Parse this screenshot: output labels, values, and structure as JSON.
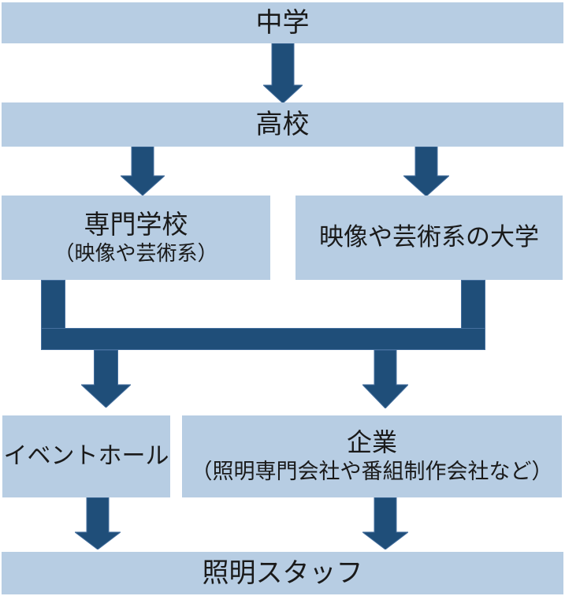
{
  "colors": {
    "background": "#ffffff",
    "band_fill": "#b7cde3",
    "arrow_fill": "#1f4e79",
    "arrow_outline": "#456f9e",
    "text": "#1a1a1a"
  },
  "flowchart": {
    "nodes": {
      "junior_high": {
        "label": "中学"
      },
      "high_school": {
        "label": "高校"
      },
      "vocational_school": {
        "label": "専門学校",
        "sublabel": "（映像や芸術系）"
      },
      "arts_university": {
        "label": "映像や芸術系の大学"
      },
      "event_hall": {
        "label": "イベントホール"
      },
      "company": {
        "label": "企業",
        "sublabel": "（照明専門会社や番組制作会社など）"
      },
      "lighting_staff": {
        "label": "照明スタッフ"
      }
    }
  }
}
